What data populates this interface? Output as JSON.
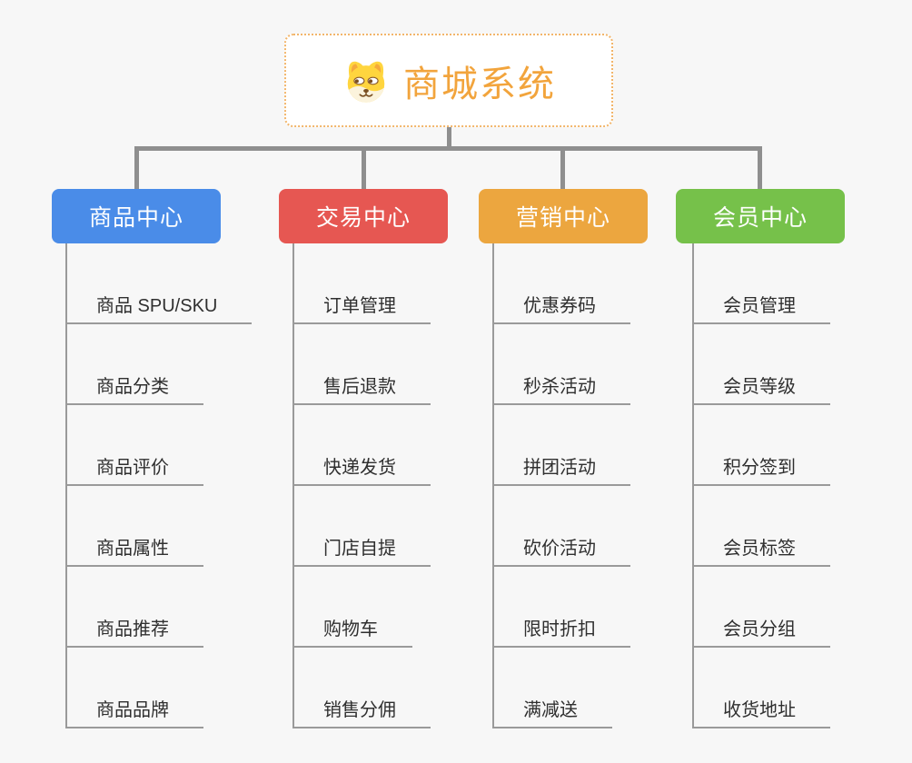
{
  "root": {
    "title": "商城系统",
    "icon": "doge-icon"
  },
  "branches": [
    {
      "id": "product-center",
      "label": "商品中心",
      "color": "#4a8ce8",
      "items": [
        "商品 SPU/SKU",
        "商品分类",
        "商品评价",
        "商品属性",
        "商品推荐",
        "商品品牌"
      ]
    },
    {
      "id": "trade-center",
      "label": "交易中心",
      "color": "#e65752",
      "items": [
        "订单管理",
        "售后退款",
        "快递发货",
        "门店自提",
        "购物车",
        "销售分佣"
      ]
    },
    {
      "id": "marketing-center",
      "label": "营销中心",
      "color": "#eca63f",
      "items": [
        "优惠券码",
        "秒杀活动",
        "拼团活动",
        "砍价活动",
        "限时折扣",
        "满减送"
      ]
    },
    {
      "id": "member-center",
      "label": "会员中心",
      "color": "#76c14a",
      "items": [
        "会员管理",
        "会员等级",
        "积分签到",
        "会员标签",
        "会员分组",
        "收货地址"
      ]
    }
  ],
  "colors": {
    "canvas_background": "#f7f7f7",
    "connector_gray": "#8f8f8f",
    "leaf_line_gray": "#9a9a9a",
    "leaf_text": "#2f2f2f",
    "root_border_orange": "#f2b56a",
    "root_title_orange": "#f2a43c",
    "root_background": "#ffffff"
  }
}
